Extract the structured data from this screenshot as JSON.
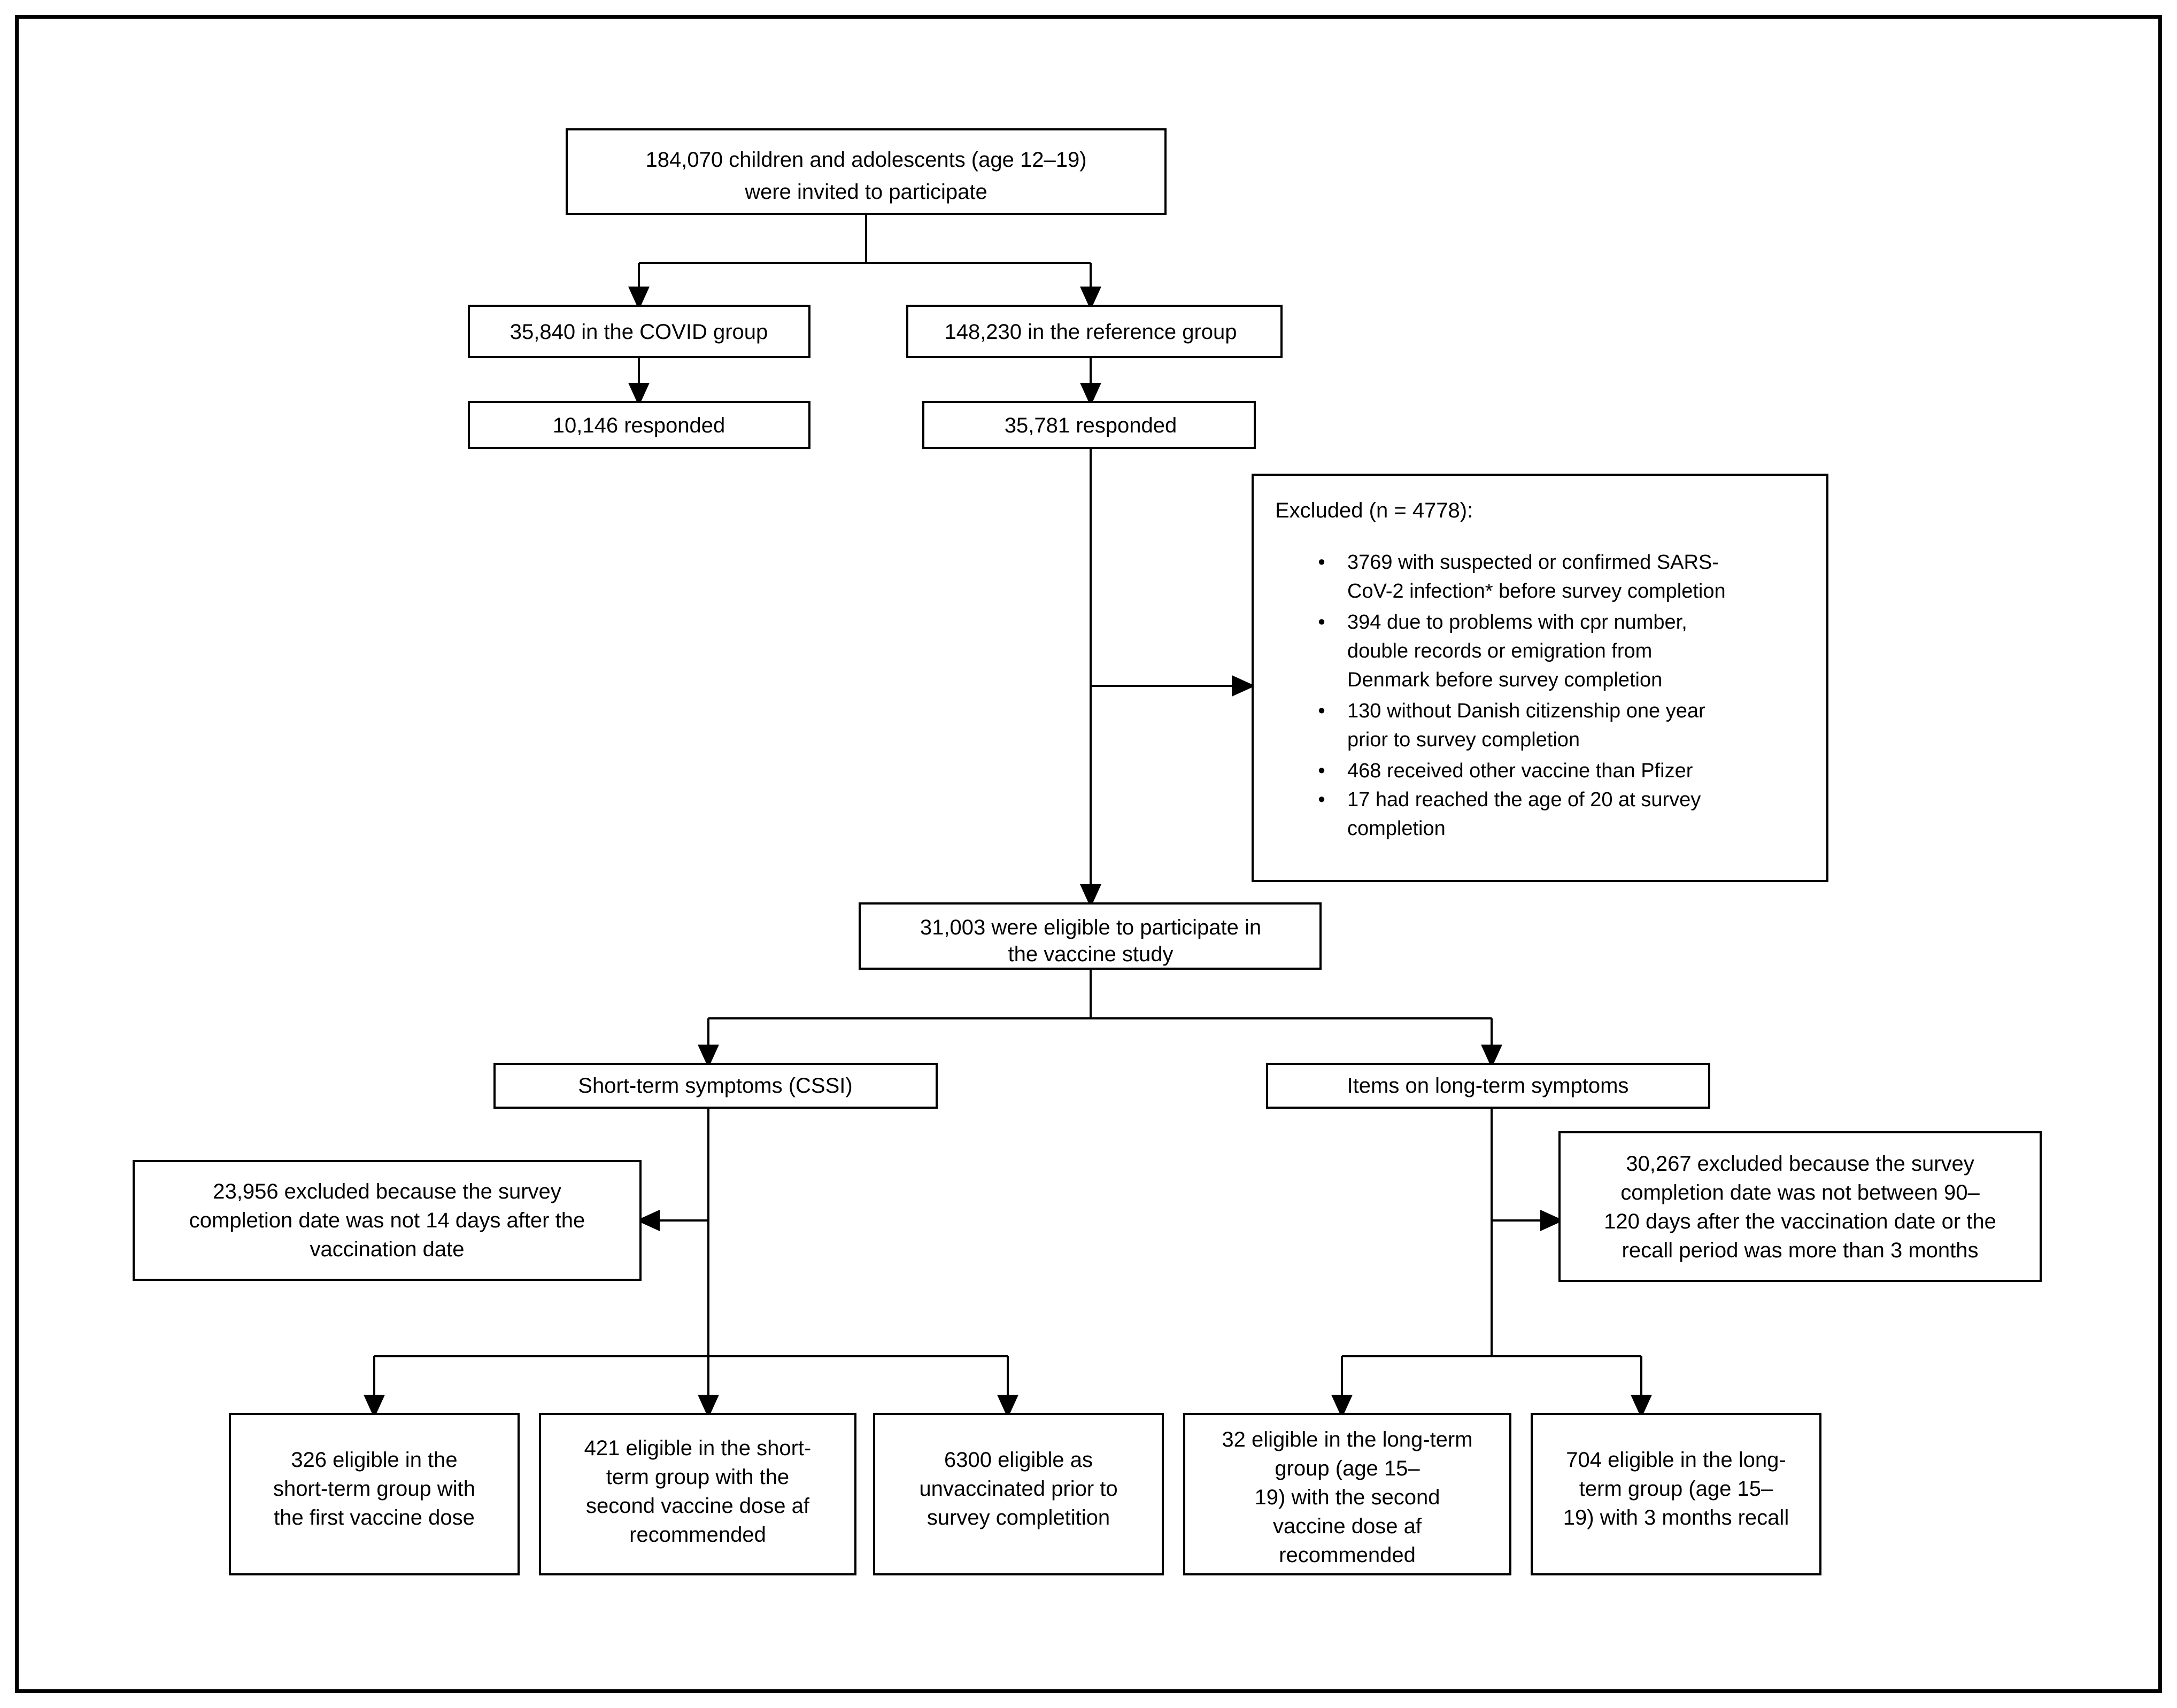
{
  "figure": {
    "type": "flowchart",
    "title": "Participant flow diagram: vaccine study enrollment",
    "border_color": "#000000",
    "background_color": "#ffffff",
    "box_fill": "#ffffff",
    "box_stroke": "#000000"
  },
  "nodes": {
    "invited": {
      "id": "invited",
      "lines": [
        "184,070 children and adolescents (age 12–19)",
        "were invited to participate"
      ]
    },
    "covid_group": {
      "id": "covid_group",
      "lines": [
        "35,840 in the COVID group"
      ]
    },
    "reference_group": {
      "id": "reference_group",
      "lines": [
        "148,230 in the reference group"
      ]
    },
    "covid_responded": {
      "id": "covid_responded",
      "lines": [
        "10,146  responded"
      ]
    },
    "reference_responded": {
      "id": "reference_responded",
      "lines": [
        "35,781 responded"
      ]
    },
    "excluded": {
      "id": "excluded",
      "heading": "Excluded (n = 4778):",
      "bullets": [
        [
          "3769 with suspected or confirmed SARS-",
          "CoV-2 infection* before survey completion"
        ],
        [
          "394 due to problems with cpr number,",
          "double records or emigration from",
          "Denmark before survey completion"
        ],
        [
          "130 without Danish citizenship one year",
          "prior to survey completion"
        ],
        [
          "468 received other vaccine than Pfizer"
        ],
        [
          "17 had reached the age of 20 at survey",
          "completion"
        ]
      ]
    },
    "eligible_vaccine": {
      "id": "eligible_vaccine",
      "lines": [
        "31,003 were eligible to participate in",
        "the vaccine study"
      ]
    },
    "short_term": {
      "id": "short_term",
      "lines": [
        "Short-term symptoms (CSSI)"
      ]
    },
    "long_term_items": {
      "id": "long_term_items",
      "lines": [
        "Items on long-term symptoms"
      ]
    },
    "excluded_short": {
      "id": "excluded_short",
      "lines": [
        "23,956 excluded because the survey",
        "completion date was not 14 days after the",
        "vaccination date"
      ]
    },
    "excluded_long": {
      "id": "excluded_long",
      "lines": [
        "30,267 excluded because the survey",
        "completion date was not between 90–",
        "120 days after the vaccination date or the",
        "recall period was more than 3 months"
      ]
    },
    "short_first_dose": {
      "id": "short_first_dose",
      "lines": [
        "326 eligible in the",
        "short-term group with",
        "the first vaccine dose"
      ]
    },
    "short_second_dose": {
      "id": "short_second_dose",
      "lines": [
        "421 eligible in the short-",
        "term group with the",
        "second vaccine dose af",
        "recommended"
      ]
    },
    "unvaccinated": {
      "id": "unvaccinated",
      "lines": [
        "6300 eligible as",
        "unvaccinated prior to",
        "survey completition"
      ]
    },
    "long_second_dose": {
      "id": "long_second_dose",
      "lines": [
        "32 eligible in the long-term",
        "group (age 15–",
        "19) with the second",
        "vaccine dose af",
        "recommended"
      ]
    },
    "long_recall": {
      "id": "long_recall",
      "lines": [
        "704 eligible in the long-",
        "term group (age 15–",
        "19) with 3 months recall"
      ]
    }
  },
  "edges": [
    {
      "from": "invited",
      "to": "covid_group",
      "style": "split-arrow"
    },
    {
      "from": "invited",
      "to": "reference_group",
      "style": "split-arrow"
    },
    {
      "from": "covid_group",
      "to": "covid_responded",
      "style": "arrow-down"
    },
    {
      "from": "reference_group",
      "to": "reference_responded",
      "style": "arrow-down"
    },
    {
      "from": "reference_responded",
      "to": "excluded",
      "style": "arrow-right"
    },
    {
      "from": "reference_responded",
      "to": "eligible_vaccine",
      "style": "arrow-down"
    },
    {
      "from": "eligible_vaccine",
      "to": "short_term",
      "style": "split-arrow"
    },
    {
      "from": "eligible_vaccine",
      "to": "long_term_items",
      "style": "split-arrow"
    },
    {
      "from": "short_term",
      "to": "excluded_short",
      "style": "arrow-left"
    },
    {
      "from": "long_term_items",
      "to": "excluded_long",
      "style": "arrow-right"
    },
    {
      "from": "short_term",
      "to": "short_first_dose",
      "style": "split-arrow"
    },
    {
      "from": "short_term",
      "to": "short_second_dose",
      "style": "split-arrow"
    },
    {
      "from": "short_term",
      "to": "unvaccinated",
      "style": "split-arrow"
    },
    {
      "from": "long_term_items",
      "to": "long_second_dose",
      "style": "split-arrow"
    },
    {
      "from": "long_term_items",
      "to": "long_recall",
      "style": "split-arrow"
    }
  ]
}
